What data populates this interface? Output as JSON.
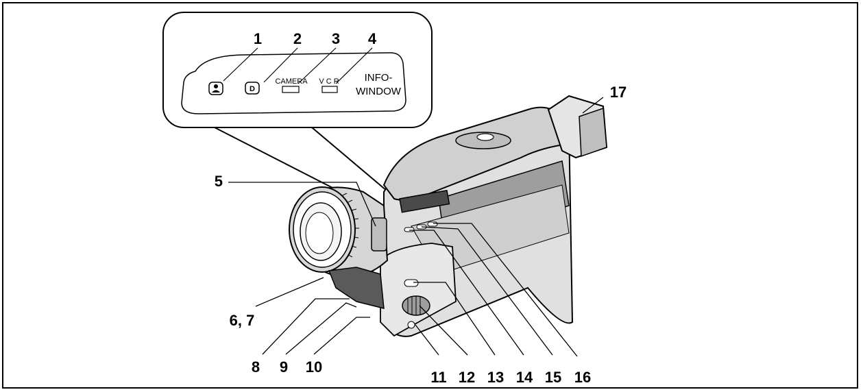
{
  "inset": {
    "labels": {
      "camera": "CAMERA",
      "vcr": "V C R",
      "info_line1": "INFO-",
      "info_line2": "WINDOW",
      "d_button": "D"
    }
  },
  "callouts": {
    "n1": "1",
    "n2": "2",
    "n3": "3",
    "n4": "4",
    "n5": "5",
    "n6_7": "6, 7",
    "n8": "8",
    "n9": "9",
    "n10": "10",
    "n11": "11",
    "n12": "12",
    "n13": "13",
    "n14": "14",
    "n15": "15",
    "n16": "16",
    "n17": "17"
  }
}
